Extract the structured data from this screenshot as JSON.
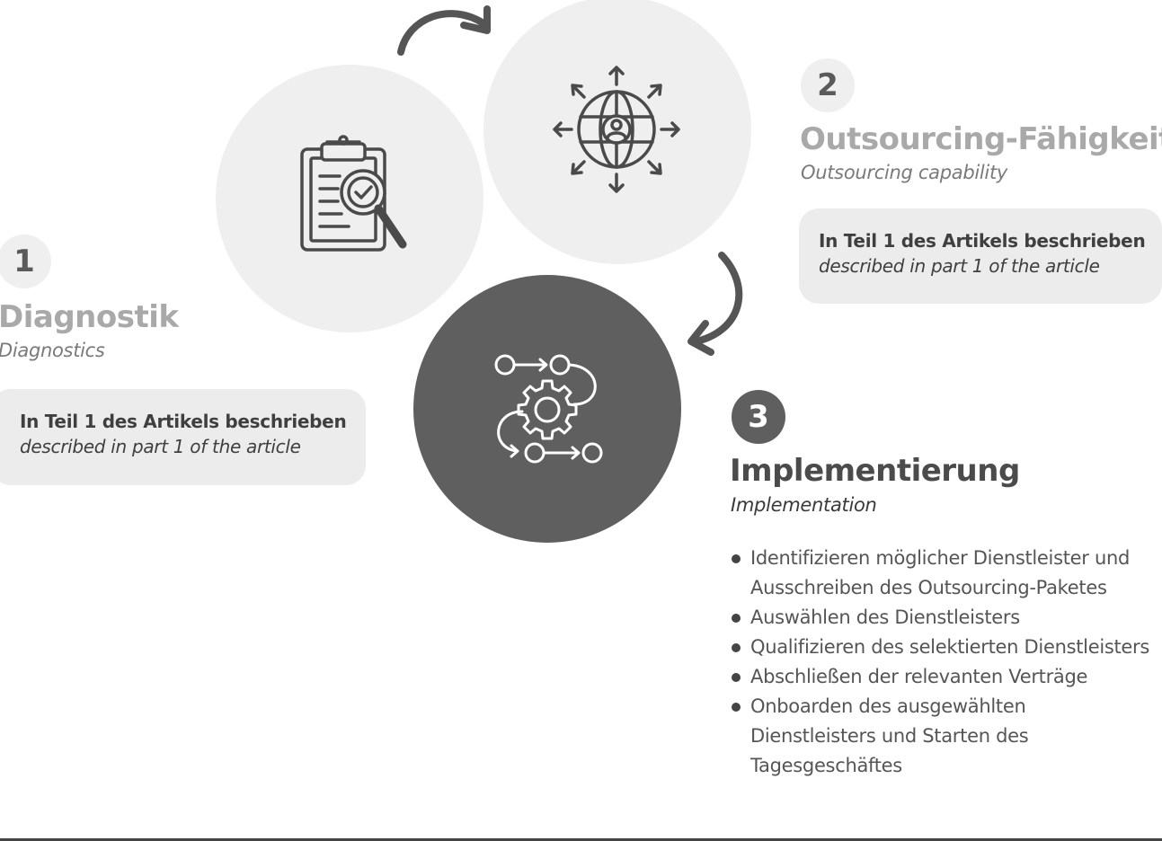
{
  "colors": {
    "light_circle": "#efefef",
    "active_circle": "#5f5f5f",
    "muted_title": "#a9a9a9",
    "dark_title": "#4b4b4b",
    "arrow": "#555555",
    "box_bg": "#ececec"
  },
  "flow_arrows": [
    "curved-arrow-icon",
    "curved-arrow-icon"
  ],
  "steps": [
    {
      "number": "1",
      "title": "Diagnostik",
      "subtitle": "Diagnostics",
      "icon": "clipboard-magnifier-icon",
      "note_de": "In Teil 1 des Artikels beschrieben",
      "note_en": "described in part 1 of the article",
      "active": false
    },
    {
      "number": "2",
      "title": "Outsourcing-Fähigkeit",
      "subtitle": "Outsourcing capability",
      "icon": "globe-network-icon",
      "note_de": "In Teil 1 des Artikels beschrieben",
      "note_en": "described in part 1 of the article",
      "active": false
    },
    {
      "number": "3",
      "title": "Implementierung",
      "subtitle": "Implementation",
      "icon": "gear-process-flow-icon",
      "active": true,
      "tasks": [
        "Identifizieren möglicher Dienstleister und Ausschreiben des Outsourcing-Paketes",
        "Auswählen des Dienstleisters",
        "Qualifizieren des selektierten Dienstleisters",
        "Abschließen der relevanten Verträge",
        "Onboarden des ausgewählten Dienstleisters und Starten des Tagesgeschäftes"
      ]
    }
  ]
}
